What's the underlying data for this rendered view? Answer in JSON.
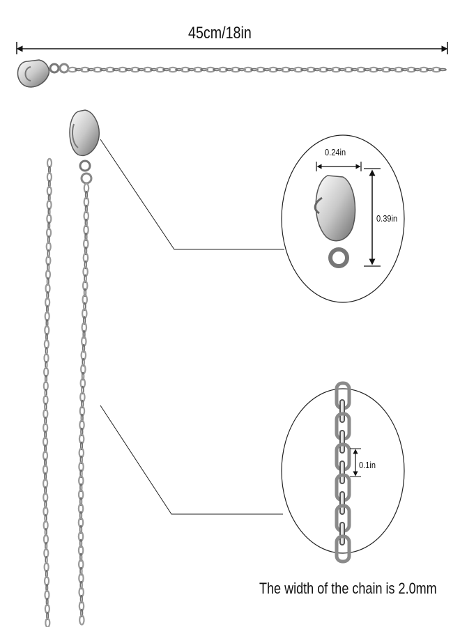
{
  "product": {
    "length_label": "45cm/18in",
    "clasp_width_label": "0.24in",
    "clasp_height_label": "0.39in",
    "link_length_label": "0.1in",
    "caption": "The width of the chain is 2.0mm"
  },
  "colors": {
    "metal_light": "#e6e6e6",
    "metal_dark": "#6e6e6e",
    "line": "#222222",
    "background": "#ffffff"
  }
}
